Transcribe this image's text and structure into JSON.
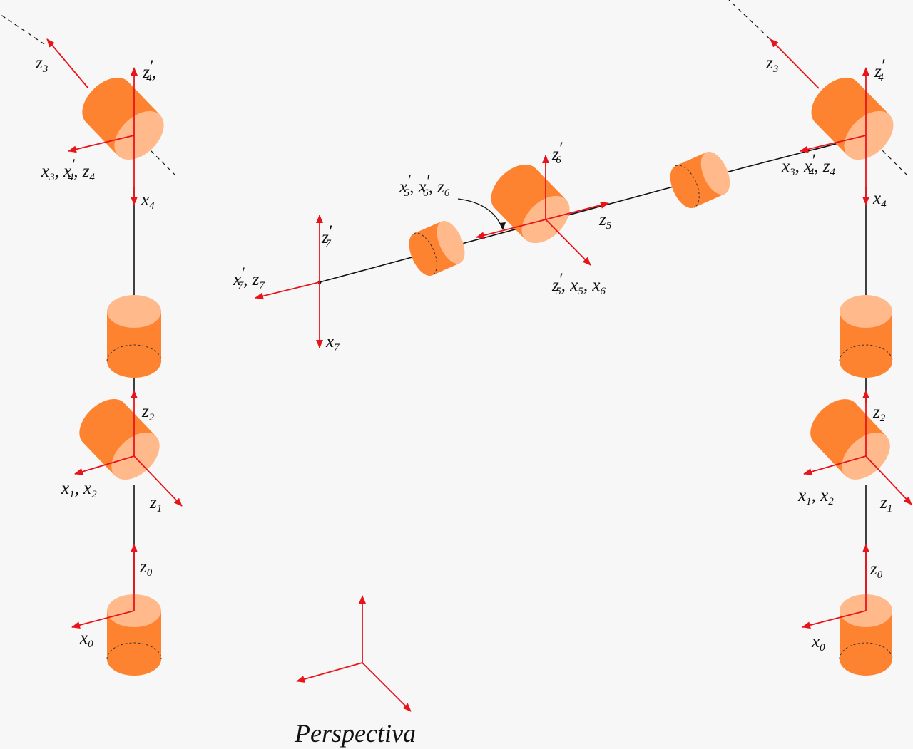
{
  "colors": {
    "background": "#f7f7f7",
    "axis": "#e8141c",
    "joint_body": "#fd8331",
    "joint_face": "#ffb98a",
    "link": "#111111"
  },
  "left_chain": {
    "z3": {
      "base": "z",
      "sub": "3",
      "prime": ""
    },
    "z4p": {
      "base": "z",
      "sub": "4",
      "prime": "′",
      "tail": ","
    },
    "x3x4pz4": [
      {
        "base": "x",
        "sub": "3",
        "prime": "",
        "tail": ", "
      },
      {
        "base": "x",
        "sub": "4",
        "prime": "′",
        "tail": ", "
      },
      {
        "base": "z",
        "sub": "4",
        "prime": "",
        "tail": ""
      }
    ],
    "x4": {
      "base": "x",
      "sub": "4",
      "prime": ""
    },
    "z2": {
      "base": "z",
      "sub": "2",
      "prime": ""
    },
    "x1x2": [
      {
        "base": "x",
        "sub": "1",
        "prime": "",
        "tail": ", "
      },
      {
        "base": "x",
        "sub": "2",
        "prime": "",
        "tail": ""
      }
    ],
    "z1": {
      "base": "z",
      "sub": "1",
      "prime": ""
    },
    "z0": {
      "base": "z",
      "sub": "0",
      "prime": ""
    },
    "x0": {
      "base": "x",
      "sub": "0",
      "prime": ""
    }
  },
  "right_chain": {
    "z3": {
      "base": "z",
      "sub": "3",
      "prime": ""
    },
    "z4p": {
      "base": "z",
      "sub": "4",
      "prime": "′",
      "tail": ""
    },
    "x3x4pz4": [
      {
        "base": "x",
        "sub": "3",
        "prime": "",
        "tail": ", "
      },
      {
        "base": "x",
        "sub": "4",
        "prime": "′",
        "tail": ", "
      },
      {
        "base": "z",
        "sub": "4",
        "prime": "",
        "tail": ""
      }
    ],
    "x4": {
      "base": "x",
      "sub": "4",
      "prime": ""
    },
    "z2": {
      "base": "z",
      "sub": "2",
      "prime": ""
    },
    "x1x2": [
      {
        "base": "x",
        "sub": "1",
        "prime": "",
        "tail": ", "
      },
      {
        "base": "x",
        "sub": "2",
        "prime": "",
        "tail": ""
      }
    ],
    "z1": {
      "base": "z",
      "sub": "1",
      "prime": ""
    },
    "z0": {
      "base": "z",
      "sub": "0",
      "prime": ""
    },
    "x0": {
      "base": "x",
      "sub": "0",
      "prime": ""
    }
  },
  "wrist": {
    "z6p": {
      "base": "z",
      "sub": "6",
      "prime": "′"
    },
    "x5px6pz6": [
      {
        "base": "x",
        "sub": "5",
        "prime": "′",
        "tail": ", "
      },
      {
        "base": "x",
        "sub": "6",
        "prime": "′",
        "tail": ", "
      },
      {
        "base": "z",
        "sub": "6",
        "prime": "",
        "tail": ""
      }
    ],
    "z5": {
      "base": "z",
      "sub": "5",
      "prime": ""
    },
    "z5px5x6": [
      {
        "base": "z",
        "sub": "5",
        "prime": "′",
        "tail": ", "
      },
      {
        "base": "x",
        "sub": "5",
        "prime": "",
        "tail": ", "
      },
      {
        "base": "x",
        "sub": "6",
        "prime": "",
        "tail": ""
      }
    ],
    "z7p": {
      "base": "z",
      "sub": "7",
      "prime": "′"
    },
    "x7pz7": [
      {
        "base": "x",
        "sub": "7",
        "prime": "′",
        "tail": ", "
      },
      {
        "base": "z",
        "sub": "7",
        "prime": "",
        "tail": ""
      }
    ],
    "x7": {
      "base": "x",
      "sub": "7",
      "prime": ""
    }
  },
  "caption": "Perspectiva"
}
